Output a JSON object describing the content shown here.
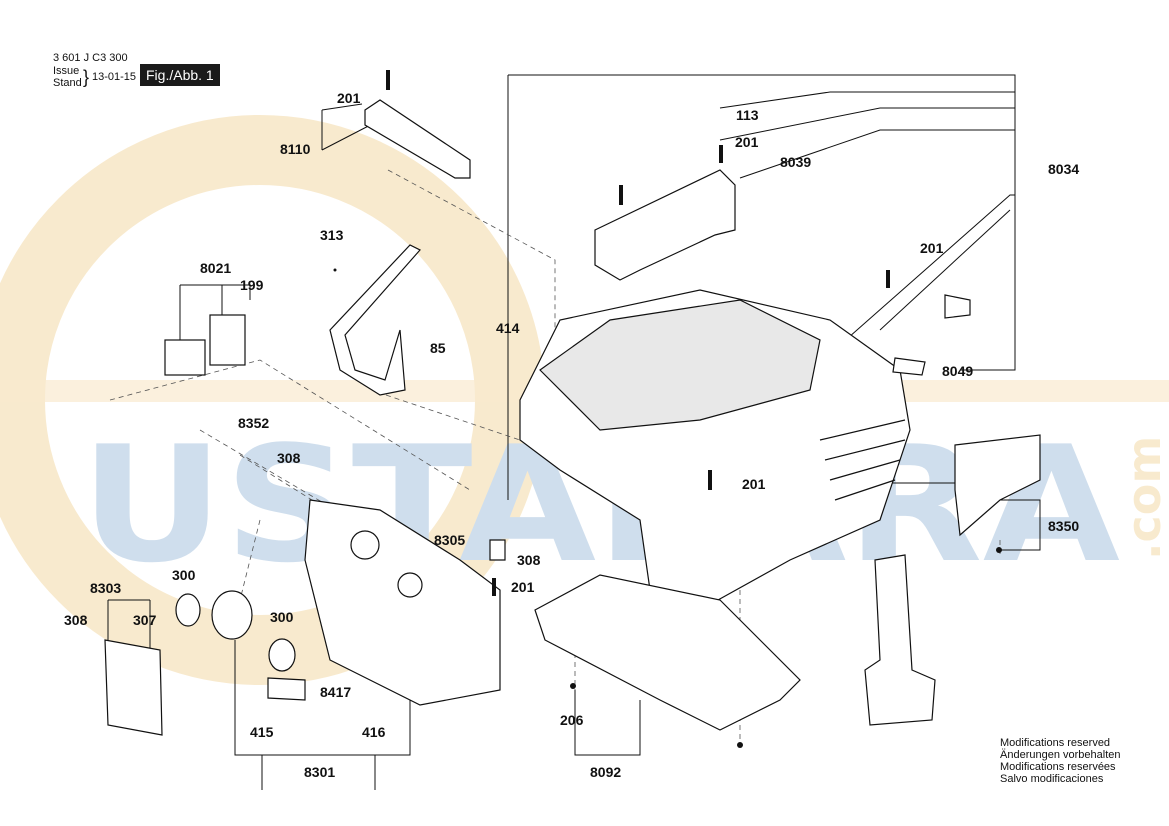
{
  "header": {
    "doc_number": "3 601 J C3 300",
    "issue_label": "Issue",
    "stand_label": "Stand",
    "date": "13-01-15",
    "figure": "Fig./Abb. 1"
  },
  "watermark": {
    "text": "USTALARA",
    "suffix": ".com",
    "color": "#a8c4de",
    "accent": "#f3d9a6"
  },
  "callouts": [
    "201",
    "8110",
    "313",
    "8021",
    "199",
    "85",
    "8352",
    "308",
    "300",
    "8303",
    "308",
    "307",
    "300",
    "8417",
    "415",
    "416",
    "8301",
    "8305",
    "308",
    "201",
    "414",
    "206",
    "8092",
    "113",
    "201",
    "8039",
    "8034",
    "201",
    "8049",
    "201",
    "8350"
  ],
  "notice": {
    "line1": "Modifications reserved",
    "line2": "Änderungen vorbehalten",
    "line3": "Modifications reservées",
    "line4": "Salvo modificaciones"
  }
}
